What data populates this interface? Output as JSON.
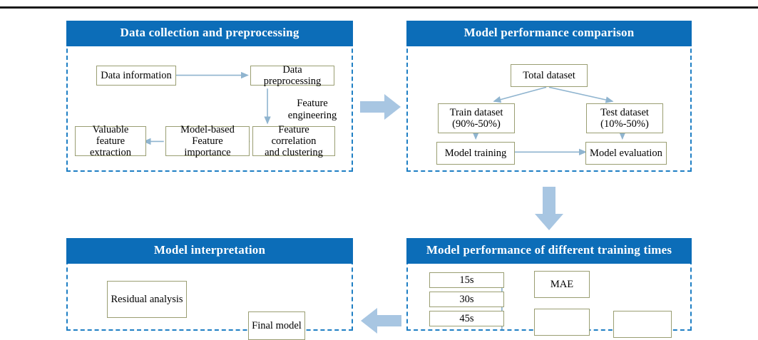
{
  "figure": {
    "title_rule": "",
    "accent_header": "#0c6db8",
    "accent_dashed_border": "#1f7fc4",
    "node_border": "#9a9e72",
    "connector_color": "#8fb4cf",
    "block_arrow_color": "#a8c6e2"
  },
  "panels": [
    {
      "id": "data-collection",
      "header": "Data collection and preprocessing",
      "nodes": [
        {
          "id": "data-information",
          "label": "Data information"
        },
        {
          "id": "data-preprocessing",
          "label": "Data preprocessing"
        },
        {
          "id": "feature-correlation",
          "line1": "Feature correlation",
          "line2": "and clustering"
        },
        {
          "id": "model-based-feature-importance",
          "line1": "Model-based",
          "line2": "Feature importance"
        },
        {
          "id": "valuable-feature-extraction",
          "line1": "Valuable feature",
          "line2": "extraction"
        }
      ],
      "labels": [
        {
          "id": "feature-engineering",
          "line1": "Feature",
          "line2": "engineering"
        }
      ]
    },
    {
      "id": "model-performance-comparison",
      "header": "Model performance comparison",
      "nodes": [
        {
          "id": "total-dataset",
          "label": "Total dataset"
        },
        {
          "id": "train-dataset",
          "line1": "Train dataset",
          "line2": "(90%-50%)"
        },
        {
          "id": "test-dataset",
          "line1": "Test dataset",
          "line2": "(10%-50%)"
        },
        {
          "id": "model-training",
          "label": "Model training"
        },
        {
          "id": "model-evaluation",
          "label": "Model evaluation"
        }
      ],
      "labels": []
    },
    {
      "id": "model-interpretation",
      "header": "Model interpretation",
      "nodes": [
        {
          "id": "residual-analysis",
          "label": "Residual analysis"
        },
        {
          "id": "final-model",
          "label": "Final model"
        }
      ],
      "labels": []
    },
    {
      "id": "model-performance-training-times",
      "header": "Model performance of different training times",
      "nodes": [
        {
          "id": "time-15s",
          "label": "15s"
        },
        {
          "id": "time-30s",
          "label": "30s"
        },
        {
          "id": "time-45s",
          "label": "45s"
        },
        {
          "id": "metric-mae",
          "label": "MAE"
        },
        {
          "id": "metric-second",
          "label": ""
        },
        {
          "id": "metric-third",
          "label": ""
        }
      ],
      "labels": []
    }
  ],
  "flow_arrows": [
    {
      "id": "panel1-to-panel2",
      "direction": "right"
    },
    {
      "id": "panel2-to-panel4",
      "direction": "down"
    },
    {
      "id": "panel4-to-panel3",
      "direction": "left"
    }
  ]
}
